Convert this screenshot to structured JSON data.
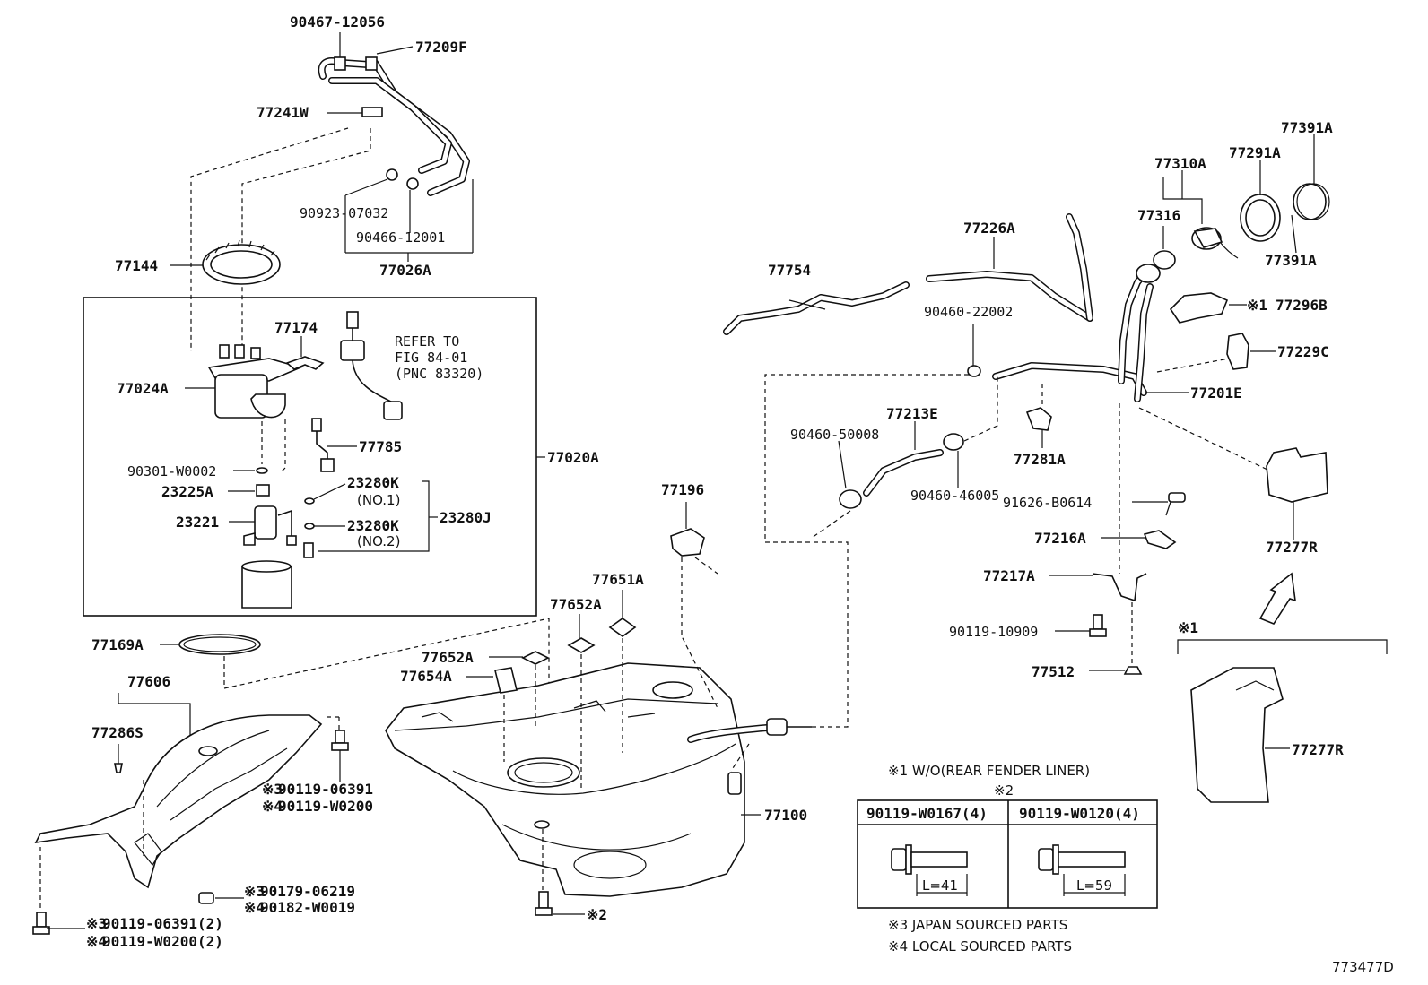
{
  "diagram_id": "773477D",
  "labels": {
    "p90467_12056": "90467-12056",
    "p77209F": "77209F",
    "p77241W": "77241W",
    "p90923_07032": "90923-07032",
    "p90466_12001": "90466-12001",
    "p77026A": "77026A",
    "p77144": "77144",
    "p77174": "77174",
    "p77024A": "77024A",
    "p77785": "77785",
    "p90301_W0002": "90301-W0002",
    "p23225A": "23225A",
    "p23221": "23221",
    "p23280K_1": "23280K",
    "p23280K_2": "23280K",
    "no1": "(NO.1)",
    "no2": "(NO.2)",
    "p23280J": "23280J",
    "p77020A": "77020A",
    "p77169A": "77169A",
    "p77606": "77606",
    "p77286S": "77286S",
    "p90119_06391": "90119-06391",
    "p90119_W0200": "90119-W0200",
    "p90179_06219": "90179-06219",
    "p90182_W0019": "90182-W0019",
    "p90119_06391_2": "90119-06391(2)",
    "p90119_W0200_2": "90119-W0200(2)",
    "p77196": "77196",
    "p77651A": "77651A",
    "p77652A_a": "77652A",
    "p77652A_b": "77652A",
    "p77654A": "77654A",
    "p77100": "77100",
    "note2": "※2",
    "p77754": "77754",
    "p77226A": "77226A",
    "p90460_22002": "90460-22002",
    "p77213E": "77213E",
    "p90460_50008": "90460-50008",
    "p90460_46005": "90460-46005",
    "p77281A": "77281A",
    "p91626_B0614": "91626-B0614",
    "p77216A": "77216A",
    "p77217A": "77217A",
    "p90119_10909": "90119-10909",
    "p77512": "77512",
    "p77310A": "77310A",
    "p77316": "77316",
    "p77291A": "77291A",
    "p77391A_top": "77391A",
    "p77391A_bot": "77391A",
    "p77296B": "77296B",
    "p77229C": "77229C",
    "p77201E": "77201E",
    "p77277R_a": "77277R",
    "p77277R_b": "77277R"
  },
  "marks": {
    "m1": "※1",
    "m2": "※2",
    "m3": "※3",
    "m4": "※4"
  },
  "refer": {
    "line1": "REFER TO",
    "line2": "FIG 84-01",
    "line3": "(PNC 83320)"
  },
  "notes": {
    "wo_liner": "※1 W/O(REAR FENDER LINER)",
    "japan": "※3 JAPAN SOURCED PARTS",
    "local": "※4 LOCAL SOURCED PARTS"
  },
  "bolt_table": {
    "col1_header": "90119-W0167(4)",
    "col2_header": "90119-W0120(4)",
    "col1_length": "L=41",
    "col2_length": "L=59"
  }
}
